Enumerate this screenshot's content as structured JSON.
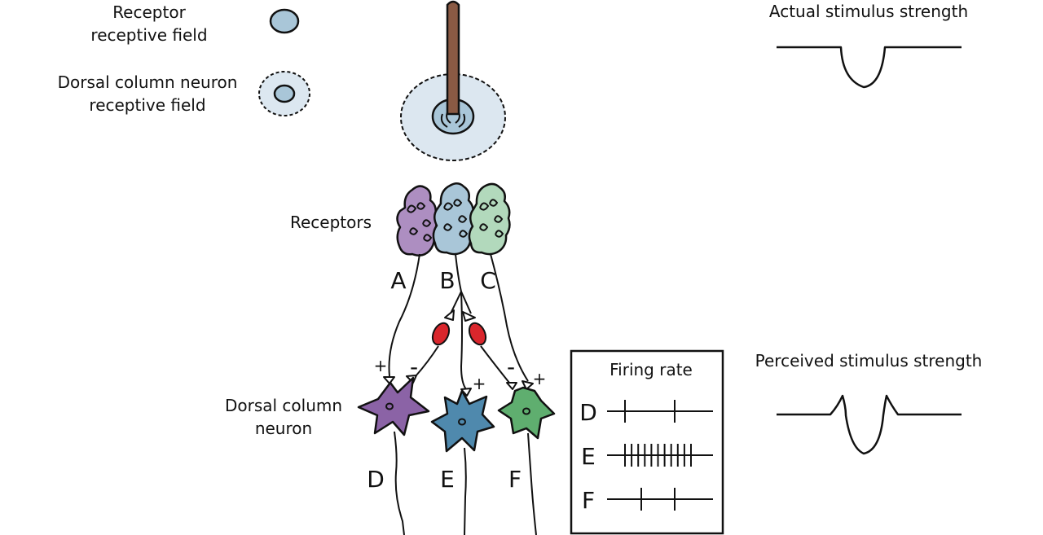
{
  "legend": {
    "receptor_field_line1": "Receptor",
    "receptor_field_line2": "receptive field",
    "dorsal_field_line1": "Dorsal column neuron",
    "dorsal_field_line2": "receptive field"
  },
  "labels": {
    "receptors": "Receptors",
    "dorsal_line1": "Dorsal column",
    "dorsal_line2": "neuron",
    "receptor_a": "A",
    "receptor_b": "B",
    "receptor_c": "C",
    "neuron_d": "D",
    "neuron_e": "E",
    "neuron_f": "F",
    "plus": "+",
    "minus": "-"
  },
  "firing_panel": {
    "title": "Firing rate",
    "rows": [
      {
        "label": "D",
        "spikes": 2
      },
      {
        "label": "E",
        "spikes": 11
      },
      {
        "label": "F",
        "spikes": 2
      }
    ]
  },
  "graphs": {
    "actual": "Actual stimulus strength",
    "perceived": "Perceived stimulus strength"
  },
  "colors": {
    "receptor_a": "#ad8ec1",
    "receptor_b": "#a9c6d8",
    "receptor_c": "#b2d9bc",
    "neuron_d": "#8b63a6",
    "neuron_e": "#4f89ad",
    "neuron_f": "#5fae6f",
    "interneuron": "#d9262c",
    "probe": "#8a5a44",
    "field": "#dce7f0"
  }
}
